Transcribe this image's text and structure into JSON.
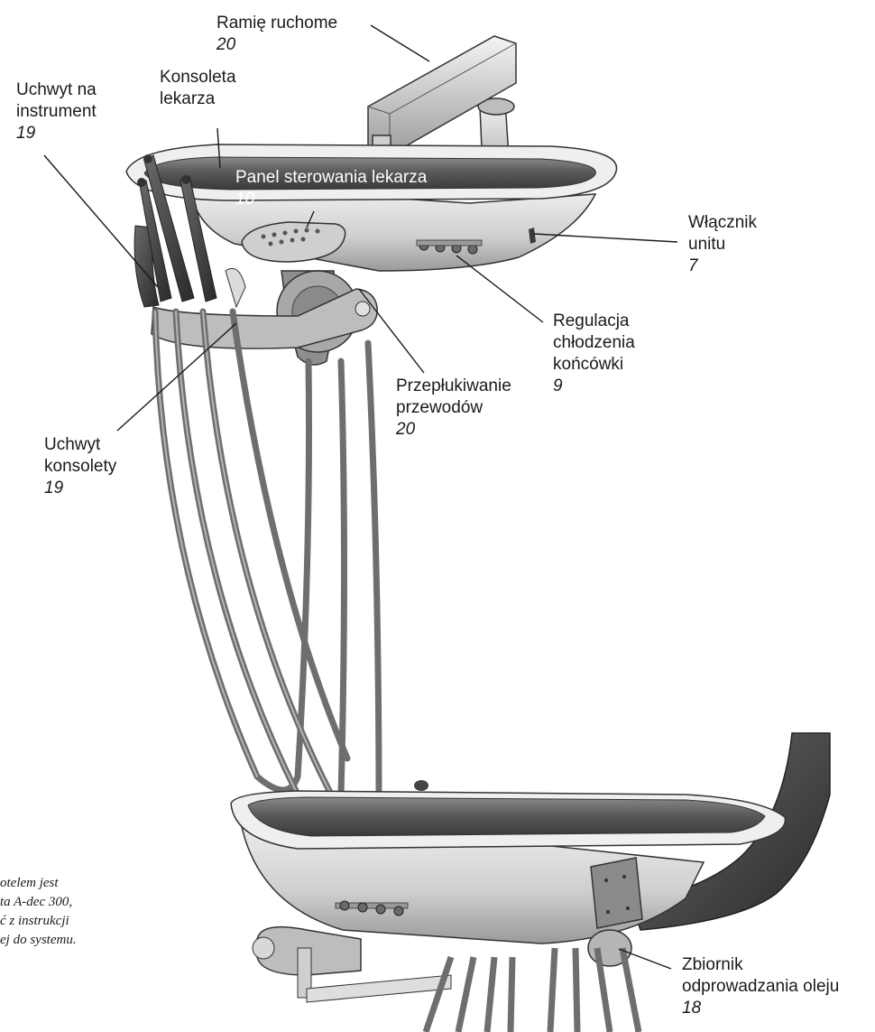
{
  "callouts": {
    "moving_arm": {
      "lines": [
        "Ramię ruchome"
      ],
      "page": "20"
    },
    "doctor_console": {
      "lines": [
        "Konsoleta",
        "lekarza"
      ]
    },
    "instrument_holder": {
      "lines": [
        "Uchwyt na",
        "instrument"
      ],
      "page": "19"
    },
    "doctor_control_panel": {
      "lines": [
        "Panel sterowania lekarza"
      ],
      "page": "10"
    },
    "unit_switch": {
      "lines": [
        "Włącznik",
        "unitu"
      ],
      "page": "7"
    },
    "handpiece_coolant": {
      "lines": [
        "Regulacja",
        "chłodzenia",
        "końcówki"
      ],
      "page": "9"
    },
    "line_flushing": {
      "lines": [
        "Przepłukiwanie",
        "przewodów"
      ],
      "page": "20"
    },
    "console_handle": {
      "lines": [
        "Uchwyt",
        "konsolety"
      ],
      "page": "19"
    },
    "oil_reservoir": {
      "lines": [
        "Zbiornik",
        "odprowadzania oleju"
      ],
      "page": "18"
    }
  },
  "side_note": {
    "lines": [
      "otelem jest",
      "ta A-dec 300,",
      "ć z instrukcji",
      "ej do systemu."
    ]
  },
  "colors": {
    "body_light": "#e4e4e4",
    "body_dark": "#4a4a4a",
    "line": "#1a1a1a",
    "hose": "#7a7a7a"
  }
}
